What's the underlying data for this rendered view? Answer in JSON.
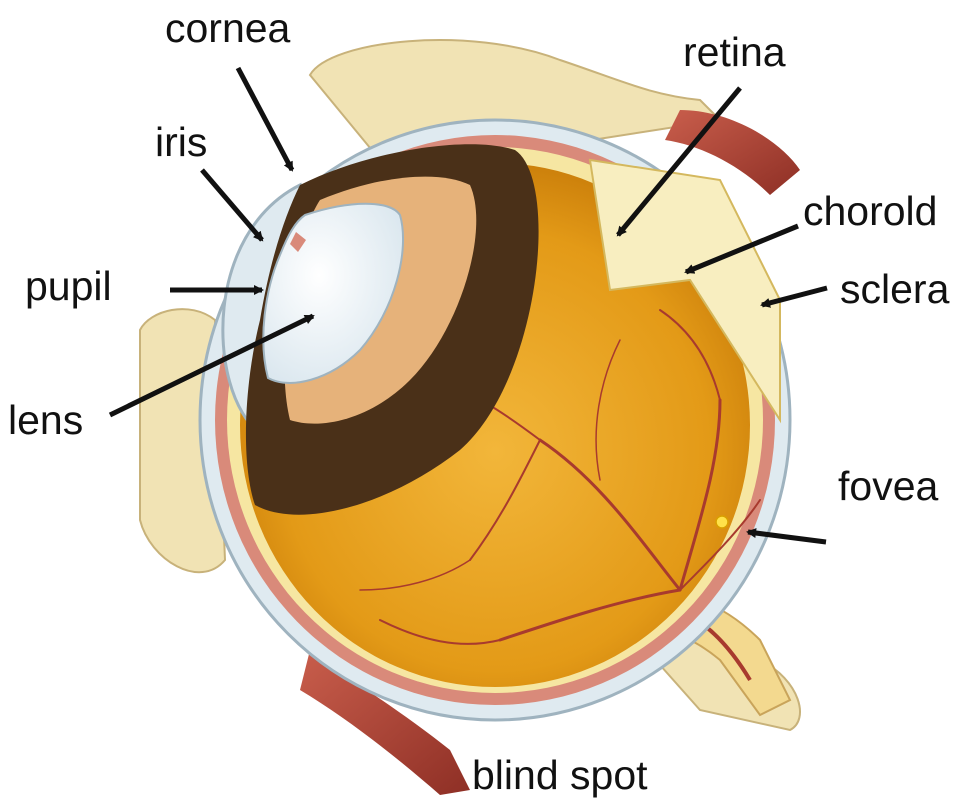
{
  "labels": {
    "cornea": "cornea",
    "iris": "iris",
    "pupil": "pupil",
    "lens": "lens",
    "retina": "retina",
    "choroid": "chorold",
    "sclera": "sclera",
    "fovea": "fovea",
    "blind_spot": "blind spot"
  },
  "colors": {
    "arrow": "#111111",
    "sclera": "#dfeaf0",
    "interior": "#e9a21b",
    "interior_dark": "#c9780a",
    "iris_ring": "#4a3018",
    "ciliary_tan": "#e6b27a",
    "retina_layer": "#f6e6a2",
    "choroid_layer": "#d98a7a",
    "vessel": "#a83a2e",
    "muscle": "#b34a3c",
    "orbit_tissue": "#f1e3b4"
  }
}
